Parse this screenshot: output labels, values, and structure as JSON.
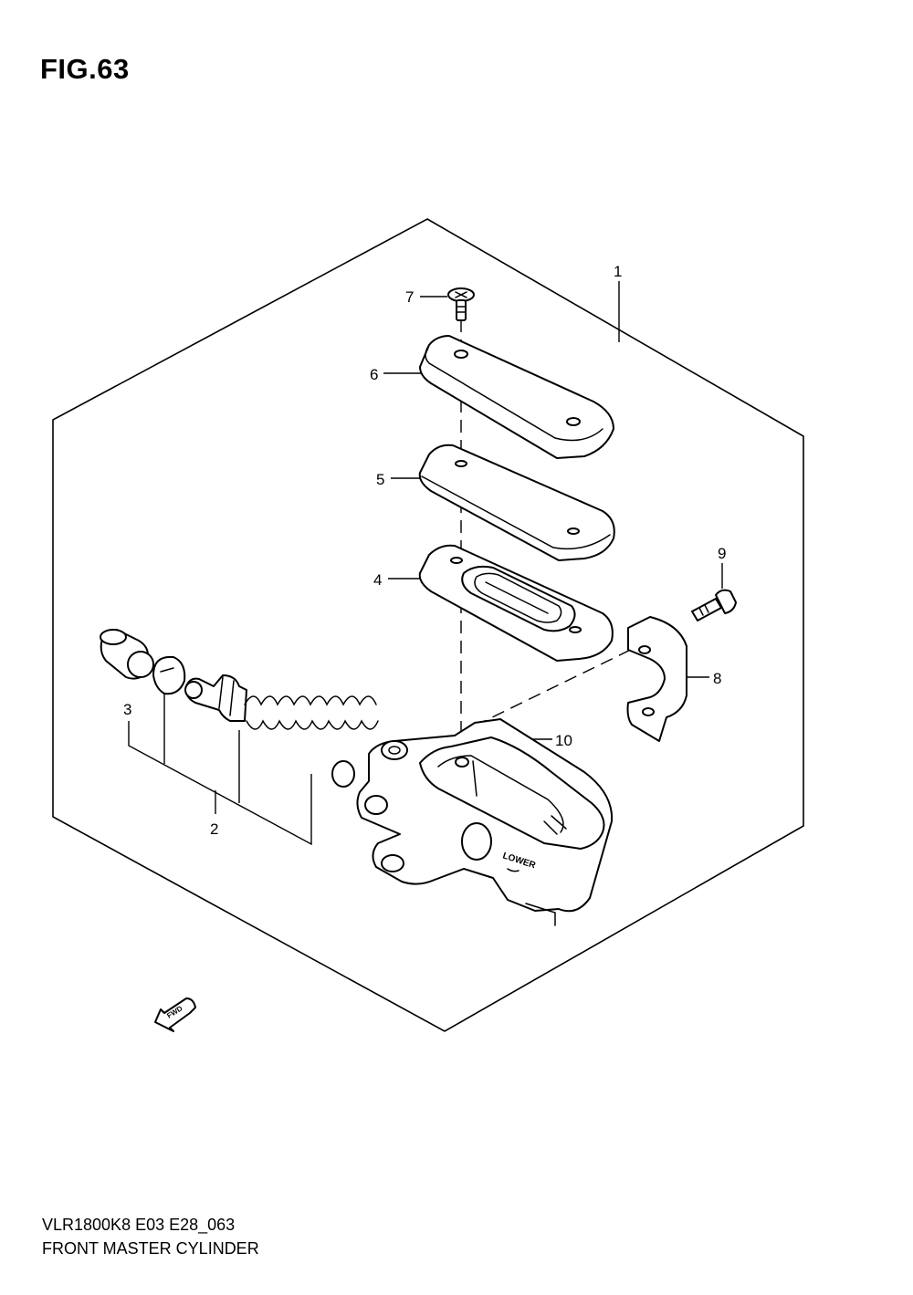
{
  "figure": {
    "title": "FIG.63",
    "model_code": "VLR1800K8 E03 E28_063",
    "assembly_name": "FRONT MASTER CYLINDER"
  },
  "callouts": [
    {
      "id": "1"
    },
    {
      "id": "2"
    },
    {
      "id": "3"
    },
    {
      "id": "4"
    },
    {
      "id": "5"
    },
    {
      "id": "6"
    },
    {
      "id": "7"
    },
    {
      "id": "8"
    },
    {
      "id": "9"
    },
    {
      "id": "10"
    }
  ],
  "markings": {
    "body_emboss": "LOWER",
    "direction_arrow": "FWD"
  },
  "icons": {
    "direction": "fwd-arrow-icon"
  },
  "colors": {
    "line": "#000000",
    "background": "#ffffff"
  }
}
